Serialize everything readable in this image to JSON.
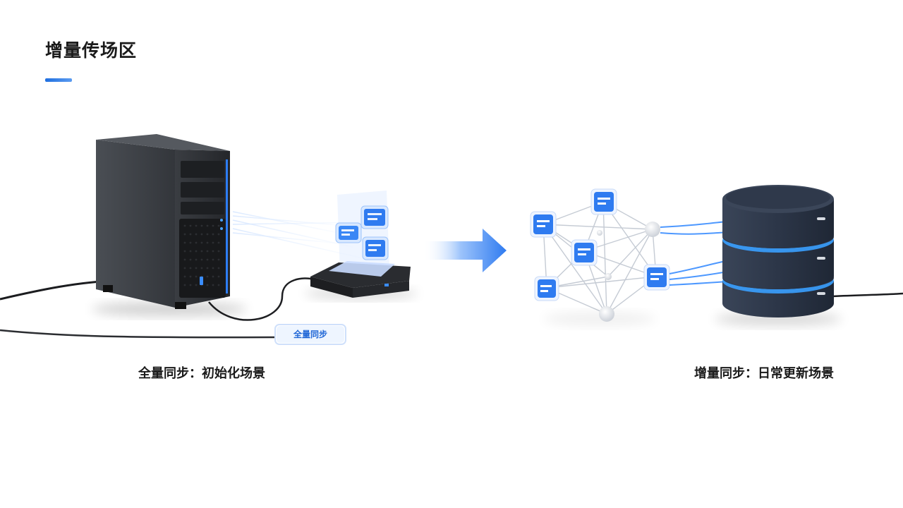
{
  "page": {
    "title": "增量传场区",
    "accent_color": "#1f6fe0"
  },
  "left_scene": {
    "badge_label": "全量同步",
    "caption": "全量同步：初始化场景"
  },
  "right_scene": {
    "caption": "增量同步：日常更新场景"
  },
  "arrow": {
    "icon": "right-arrow-icon",
    "color": "#2f7bf0"
  },
  "colors": {
    "brand_blue": "#1f6fe0",
    "glow_blue": "#3aa0ff",
    "server_dark": "#2b2e33",
    "database_navy": "#2c3648"
  }
}
